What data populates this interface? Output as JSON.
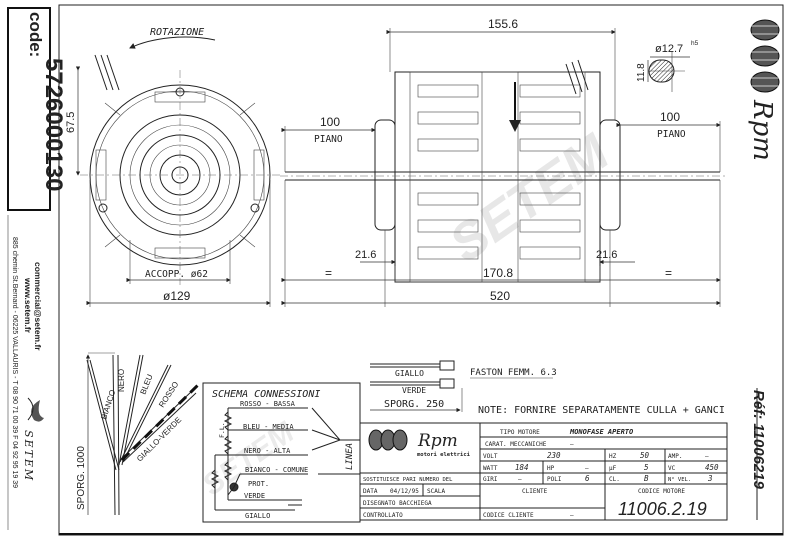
{
  "sidebar_left": {
    "code_label": "code:",
    "code_value": "5726000130",
    "website": "www.setem.fr",
    "email": "commercial@setem.fr",
    "address": "885 chemin St.Bernard  -  06225 VALLAURIS  -  T 08 90 71 00 39  F 04 92 95 19 39",
    "brand": "SETEM"
  },
  "sidebar_right": {
    "brand": "Rpm",
    "ref": "Réf: 11006219"
  },
  "watermark": "SETEM",
  "front_view": {
    "rotation_label": "ROTAZIONE",
    "dim_height": "67.5",
    "dim_accopp": "ACCOPP. ø62",
    "dim_diameter": "ø129"
  },
  "side_view": {
    "dim_top": "155.6",
    "dim_piano_left_value": "100",
    "dim_piano_left_label": "PIANO",
    "dim_piano_right_value": "100",
    "dim_piano_right_label": "PIANO",
    "dim_end_left": "21.6",
    "dim_end_right": "21.6",
    "dim_body": "170.8",
    "dim_total": "520",
    "eq_left": "=",
    "eq_right": "=",
    "shaft_diameter": "ø12.7",
    "shaft_tolerance": "h5",
    "shaft_flat": "11.8"
  },
  "wires": {
    "labels": [
      "BIANCO",
      "NERO",
      "BLEU",
      "ROSSO",
      "GIALLO-VERDE"
    ],
    "length": "SPORG. 1000"
  },
  "faston": {
    "wire1": "GIALLO",
    "wire2": "VERDE",
    "connector": "FASTON FEMM. 6.3",
    "length": "SPORG. 250"
  },
  "note": "NOTE: FORNIRE SEPARATAMENTE CULLA + GANCI",
  "schema": {
    "title": "SCHEMA CONNESSIONI",
    "rows": [
      "ROSSO - BASSA",
      "BLEU - MEDIA",
      "NERO - ALTA",
      "BIANCO - COMUNE"
    ],
    "prot": "PROT.",
    "verde": "VERDE",
    "giallo": "GIALLO",
    "fl": "F.L.",
    "linea": "LINEA"
  },
  "title_block": {
    "logo_text": "Rpm",
    "logo_sub": "motori elettrici",
    "sostituisce": "SOSTITUISCE PARI NUMERO DEL",
    "data_label": "DATA",
    "data_value": "04/12/95",
    "scala_label": "SCALA",
    "disegnato": "DISEGNATO  BACCHIEGA",
    "controllato": "CONTROLLATO",
    "tipo_motore_label": "TIPO MOTORE",
    "tipo_motore_value": "MONOFASE APERTO",
    "carat_label": "CARAT. MECCANICHE",
    "carat_value": "—",
    "volt_label": "VOLT",
    "volt_value": "230",
    "hz_label": "HZ",
    "hz_value": "50",
    "amp_label": "AMP.",
    "amp_value": "—",
    "watt_label": "WATT",
    "watt_value": "184",
    "hp_label": "HP",
    "hp_value": "—",
    "uf_label": "µF",
    "uf_value": "5",
    "vc_label": "VC",
    "vc_value": "450",
    "giri_label": "GIRI",
    "giri_value": "—",
    "poli_label": "POLI",
    "poli_value": "6",
    "cl_label": "CL.",
    "cl_value": "B",
    "nvel_label": "N° VEL.",
    "nvel_value": "3",
    "cliente_label": "CLIENTE",
    "codice_motore_label": "CODICE MOTORE",
    "codice_motore_value": "11006219",
    "codice_motore_display": "11006.2.19",
    "codice_cliente_label": "CODICE CLIENTE",
    "codice_cliente_value": "—"
  }
}
